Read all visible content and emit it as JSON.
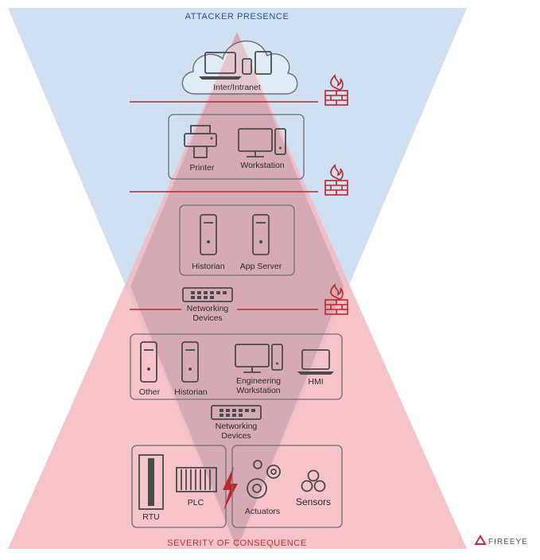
{
  "header": {
    "top_label": "ATTACKER PRESENCE",
    "bottom_label": "SEVERITY OF CONSEQUENCE"
  },
  "colors": {
    "top_triangle": "#c6dbee",
    "bottom_triangle": "#f5b9bf",
    "overlap": "#c8a9b4",
    "firewall_red": "#c0232c",
    "line_red": "#b22a30",
    "header_blue": "#2b4f9e",
    "footer_red": "#c62d35",
    "device_gray": "#4a4a4a"
  },
  "levels": {
    "internet": {
      "label": "Inter/Intranet"
    },
    "enterprise": {
      "printer": "Printer",
      "workstation": "Workstation"
    },
    "dmz": {
      "historian": "Historian",
      "app_server": "App Server"
    },
    "network1": {
      "line1": "Networking",
      "line2": "Devices"
    },
    "control": {
      "other": "Other",
      "historian": "Historian",
      "eng_line1": "Engineering",
      "eng_line2": "Workstation",
      "hmi": "HMI"
    },
    "network2": {
      "line1": "Networking",
      "line2": "Devices"
    },
    "field": {
      "rtu": "RTU",
      "plc": "PLC",
      "actuators": "Actuators",
      "sensors": "Sensors"
    }
  },
  "icons": [
    "cloud-icon",
    "laptop-icon",
    "phone-icon",
    "tablet-icon",
    "firewall-icon",
    "printer-icon",
    "monitor-icon",
    "tower-icon",
    "switch-icon",
    "gear-icon",
    "sensor-icon",
    "lightning-icon"
  ],
  "logo": {
    "text": "FIREEYE"
  }
}
